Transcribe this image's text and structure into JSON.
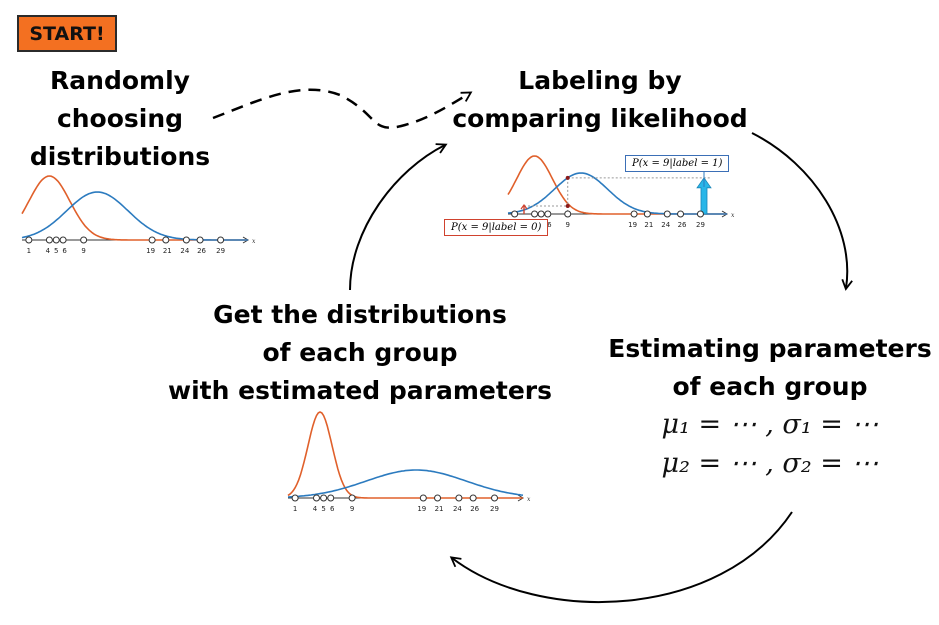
{
  "start_label": "START!",
  "steps": {
    "random": [
      "Randomly",
      "choosing",
      "distributions"
    ],
    "labeling": [
      "Labeling by",
      "comparing likelihood"
    ],
    "estimate": [
      "Estimating parameters",
      "of each group"
    ],
    "get": [
      "Get the distributions",
      "of each group",
      "with estimated parameters"
    ]
  },
  "formulas": [
    "μ₁ = ⋯ , σ₁ = ⋯",
    "μ₂ = ⋯ , σ₂ = ⋯"
  ],
  "prob_labels": {
    "label1": "P(x = 9|label = 1)",
    "label0": "P(x = 9|label = 0)"
  },
  "axis_symbol": "x",
  "tick_labels": [
    "1",
    "4",
    "5",
    "6",
    "9",
    "19",
    "21",
    "24",
    "26",
    "29"
  ],
  "colors": {
    "orange": "#e0602b",
    "blue": "#2c7bbf",
    "start": "#f37021",
    "cyan": "#29b6e8"
  }
}
